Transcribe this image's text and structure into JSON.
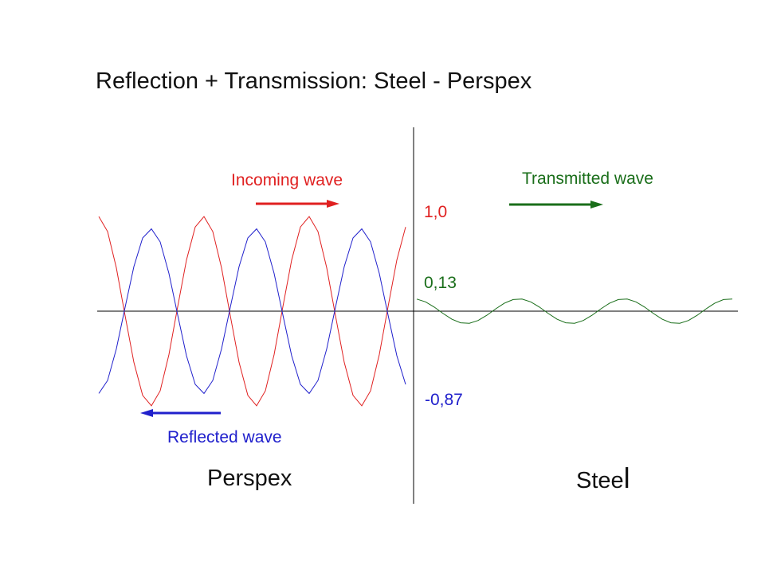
{
  "title": "Reflection + Transmission: Steel - Perspex",
  "labels": {
    "incoming": "Incoming wave",
    "transmitted": "Transmitted wave",
    "reflected": "Reflected wave"
  },
  "values": {
    "incoming": "1,0",
    "transmitted": "0,13",
    "reflected": "-0,87"
  },
  "materials": {
    "left": "Perspex",
    "right_main": "Stee",
    "right_last": "l"
  },
  "colors": {
    "incoming": "#e02020",
    "reflected": "#2020cc",
    "transmitted": "#1a6e1a",
    "axis": "#000000"
  },
  "waves": {
    "incoming_amplitude": 1.0,
    "reflected_amplitude": -0.87,
    "transmitted_amplitude": 0.13
  }
}
